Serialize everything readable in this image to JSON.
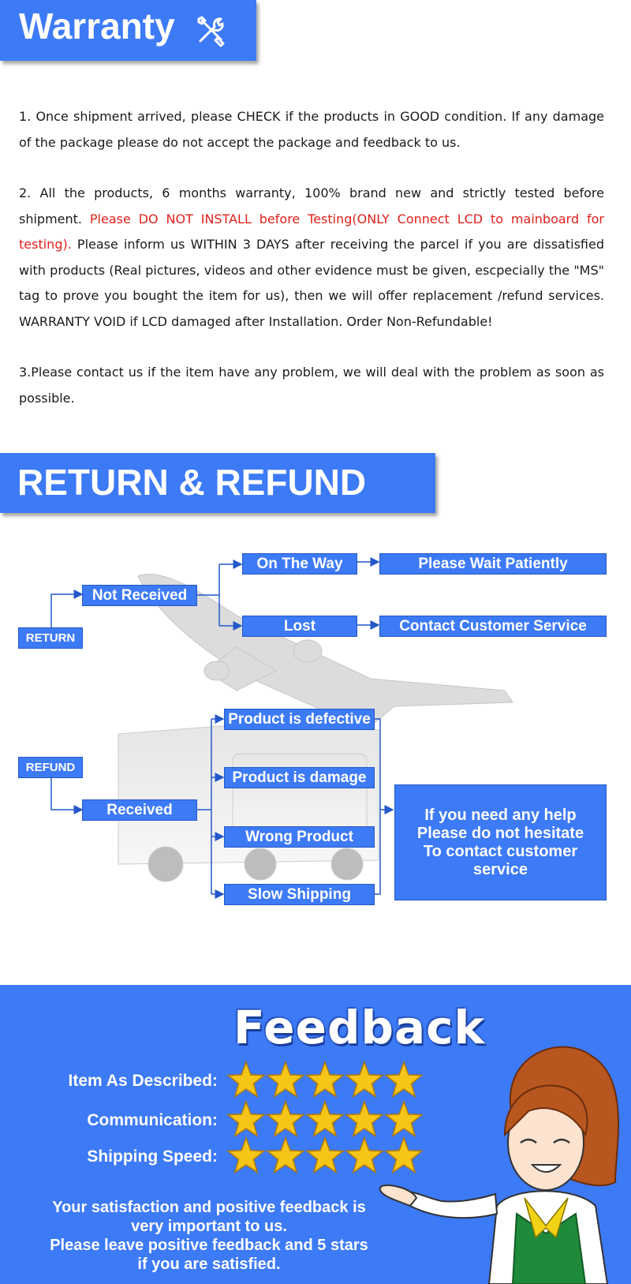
{
  "warranty": {
    "title": "Warranty",
    "icon": "tools-icon",
    "para1": "1.  Once shipment arrived, please CHECK if the products in GOOD condition. If any damage of the package please do not accept the package and feedback to us.",
    "para2_start": "2.  All the products, 6 months warranty, 100% brand new and strictly tested before shipment.",
    "para2_red": "Please DO NOT INSTALL before Testing(ONLY Connect LCD to mainboard for testing).",
    "para2_end": "Please inform us WITHIN 3 DAYS after receiving the parcel if you are dissatisfied with products (Real pictures, videos and other evidence must be given, escpecially the \"MS\" tag to prove you bought the item for us), then we will offer replacement /refund services. WARRANTY VOID if LCD damaged after Installation. Order Non-Refundable!",
    "para3": "3.Please contact us if the item have any problem, we will deal with the problem as soon as possible.",
    "red_color": "#e0201b"
  },
  "return_refund": {
    "title": "RETURN & REFUND",
    "flow": {
      "return": "RETURN",
      "not_received": "Not Received",
      "on_the_way": "On The Way",
      "please_wait": "Please Wait Patiently",
      "lost": "Lost",
      "contact_cs": "Contact Customer Service",
      "refund": "REFUND",
      "received": "Received",
      "defective": "Product is defective",
      "damage": "Product is damage",
      "wrong": "Wrong Product",
      "slow": "Slow Shipping",
      "help_line1": "If you need any help",
      "help_line2": "Please do not hesitate",
      "help_line3": "To contact customer service"
    },
    "accent_color": "#3d7af5"
  },
  "feedback": {
    "title": "Feedback",
    "ratings": [
      {
        "label": "Item As Described:",
        "stars": 5
      },
      {
        "label": "Communication:",
        "stars": 5
      },
      {
        "label": "Shipping Speed:",
        "stars": 5
      }
    ],
    "message_line1": "Your satisfaction and positive feedback is",
    "message_line2": "very important to us.",
    "message_line3": "Please leave positive feedback and 5 stars",
    "message_line4": "if you are satisfied.",
    "star_color": "#f5c518"
  }
}
